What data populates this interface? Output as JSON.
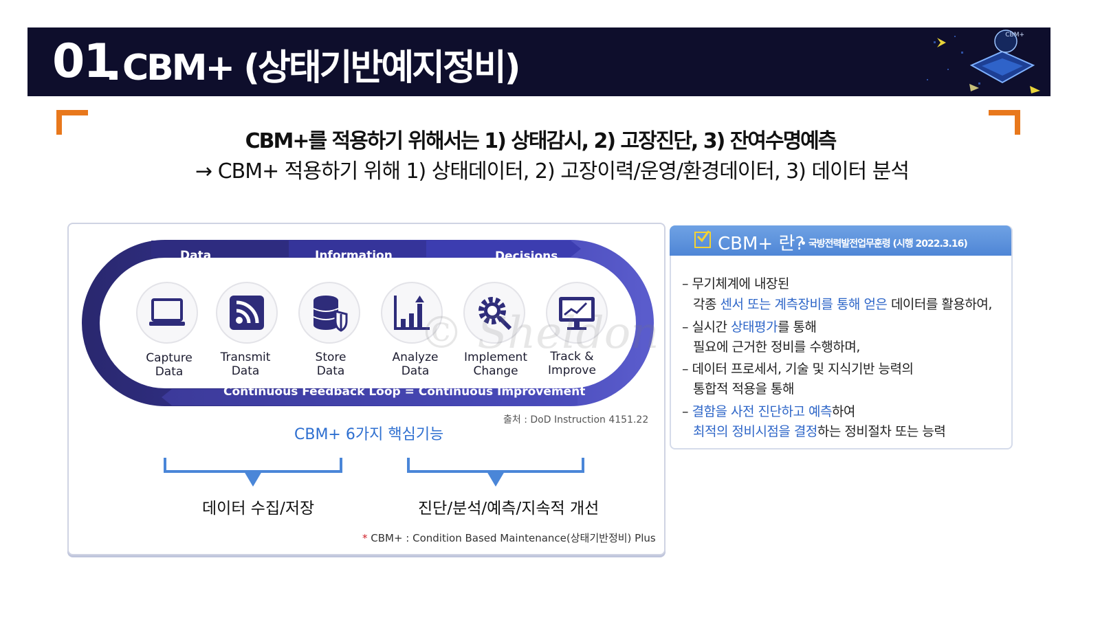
{
  "header": {
    "number": "01",
    "dot": ".",
    "title": "CBM+ (상태기반예지정비)",
    "badge": "CBM+"
  },
  "subtitle": {
    "line1": "CBM+를 적용하기 위해서는  1) 상태감시, 2) 고장진단, 3) 잔여수명예측",
    "line2": "→ CBM+ 적용하기 위해 1) 상태데이터, 2) 고장이력/운영/환경데이터, 3) 데이터 분석"
  },
  "loop": {
    "top_labels": [
      "Data",
      "Information",
      "Decisions"
    ],
    "bottom_label": "Continuous Feedback Loop = Continuous Improvement",
    "steps": [
      {
        "line1": "Capture",
        "line2": "Data",
        "icon": "laptop-icon"
      },
      {
        "line1": "Transmit",
        "line2": "Data",
        "icon": "rss-icon"
      },
      {
        "line1": "Store",
        "line2": "Data",
        "icon": "database-shield-icon"
      },
      {
        "line1": "Analyze",
        "line2": "Data",
        "icon": "bar-chart-icon"
      },
      {
        "line1": "Implement",
        "line2": "Change",
        "icon": "gear-search-icon"
      },
      {
        "line1": "Track &",
        "line2": "Improve",
        "icon": "monitor-chart-icon"
      }
    ],
    "colors": {
      "dark": "#2c2a7a",
      "mid": "#4548b6",
      "light": "#8c8fe0"
    }
  },
  "source": "출처 : DoD Instruction 4151.22",
  "core_title": "CBM+ 6가지 핵심기능",
  "groups": [
    "데이터 수집/저장",
    "진단/분석/예측/지속적 개선"
  ],
  "footnote": {
    "star": "*",
    "text": " CBM+ : Condition Based Maintenance(상태기반정비) Plus"
  },
  "side": {
    "title": "CBM+ 란?",
    "subtitle": "• 국방전력발전업무훈령 (시행 2022.3.16)",
    "items": [
      {
        "dash": "–",
        "a": "무기체계에 내장된"
      },
      {
        "b_pre": "각종 ",
        "b_blue": "센서 또는 계측장비를 통해 얻은",
        "b_post": " 데이터를 활용하여,"
      },
      {
        "dash": "–",
        "c_pre": "실시간 ",
        "c_blue": "상태평가",
        "c_post": "를 통해"
      },
      {
        "d": "필요에 근거한 정비를 수행하며,"
      },
      {
        "dash": "–",
        "e": "데이터 프로세서, 기술 및 지식기반 능력의"
      },
      {
        "f": "통합적 적용을 통해"
      },
      {
        "dash": "–",
        "g_blue": "결함을 사전 진단하고 예측",
        "g_post": "하여"
      },
      {
        "h_blue": "최적의 정비시점을 결정",
        "h_post": "하는 정비절차 또는 능력"
      }
    ]
  },
  "watermark": "© Sheldon"
}
